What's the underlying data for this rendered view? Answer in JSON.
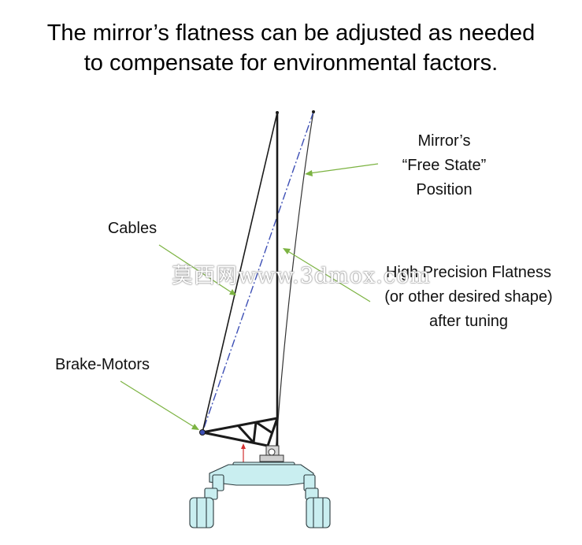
{
  "title": {
    "line1": "The mirror’s flatness can be adjusted as needed",
    "line2": "to compensate for environmental factors."
  },
  "labels": {
    "free_state": [
      "Mirror’s",
      "“Free State”",
      "Position"
    ],
    "cables": "Cables",
    "high_precision": [
      "High Precision Flatness",
      "(or other desired shape)",
      "after tuning"
    ],
    "brake_motors": "Brake-Motors"
  },
  "watermark": "莫西网www.3dmox.com",
  "colors": {
    "arrow": "#7cb342",
    "structure": "#1a1a1a",
    "dashdot": "#3d4fb5",
    "base_fill": "#c9eef0",
    "indicator": "#d32f2f"
  }
}
